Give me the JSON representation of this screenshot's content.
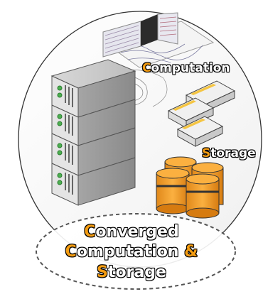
{
  "labels": {
    "computation_first": "C",
    "computation_rest": "omputation",
    "storage_first": "S",
    "storage_rest": "torage"
  },
  "bottom": {
    "line1_first": "C",
    "line1_rest": "onverged",
    "line2_first": "C",
    "line2_rest": "omputation ",
    "line2_amp": "&",
    "line3_first": "S",
    "line3_rest": "torage"
  },
  "colors": {
    "accent": "#f39c12",
    "server_gray": "#9a9a9a",
    "disk_orange": "#f5a623",
    "circle_fill": "#fafafa",
    "dashed_ellipse": "#555555"
  },
  "icons": [
    "server-rack-icon",
    "storage-drive-icon",
    "database-disk-icon",
    "seismic-maps-icon"
  ]
}
